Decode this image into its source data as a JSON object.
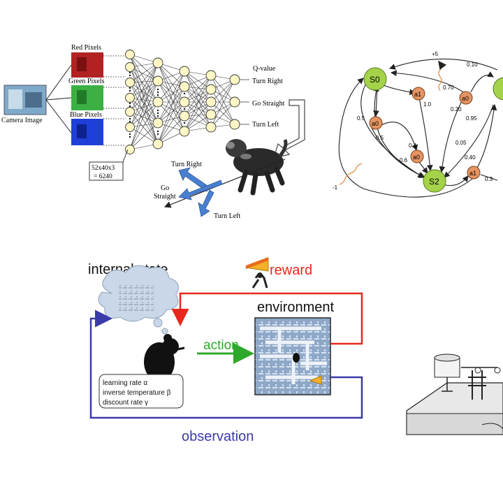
{
  "panel_qnet": {
    "inputs": {
      "camera": "Camera Image",
      "red": "Red Pixels",
      "green": "Green Pixels",
      "blue": "Blue Pixels"
    },
    "input_size_line1": "52x40x3",
    "input_size_line2": "= 6240",
    "output_header": "Q-value",
    "outputs": [
      "Turn Right",
      "Go Straight",
      "Turn Left"
    ],
    "ground_labels": {
      "turn_right": "Turn Right",
      "go": "Go",
      "straight": "Straight",
      "turn_left": "Turn Left"
    },
    "colors": {
      "red": "#b22222",
      "green": "#3cb043",
      "blue": "#1e40d8",
      "node": "#fff8c6",
      "arrow_blue": "#4a7fd0"
    }
  },
  "panel_mdp": {
    "states": [
      "S0",
      "S2"
    ],
    "actions": [
      "a1",
      "a0",
      "a0",
      "a0",
      "a1"
    ],
    "rewards": [
      "+5",
      "-1"
    ],
    "probabilities": [
      "0.10",
      "0.70",
      "1.0",
      "0.20",
      "0.95",
      "0.5",
      "0.5",
      "0.05",
      "0.4",
      "0.6",
      "0.40",
      "0.3"
    ],
    "colors": {
      "state": "#a4d34a",
      "action": "#e59463",
      "reward": "#e0a060"
    }
  },
  "panel_rl_loop": {
    "internal_state": "internal state",
    "reward": "reward",
    "environment": "environment",
    "action": "action",
    "observation": "observation",
    "params": [
      "learning rate α",
      "inverse temperature β",
      "discount rate γ"
    ],
    "colors": {
      "reward": "#e8281c",
      "action": "#2ea82a",
      "observation": "#3a3aa8",
      "thought": "#c9d7e8"
    }
  },
  "panel_sketch": {
    "description_icon": "robot-arm-sketch-icon"
  }
}
